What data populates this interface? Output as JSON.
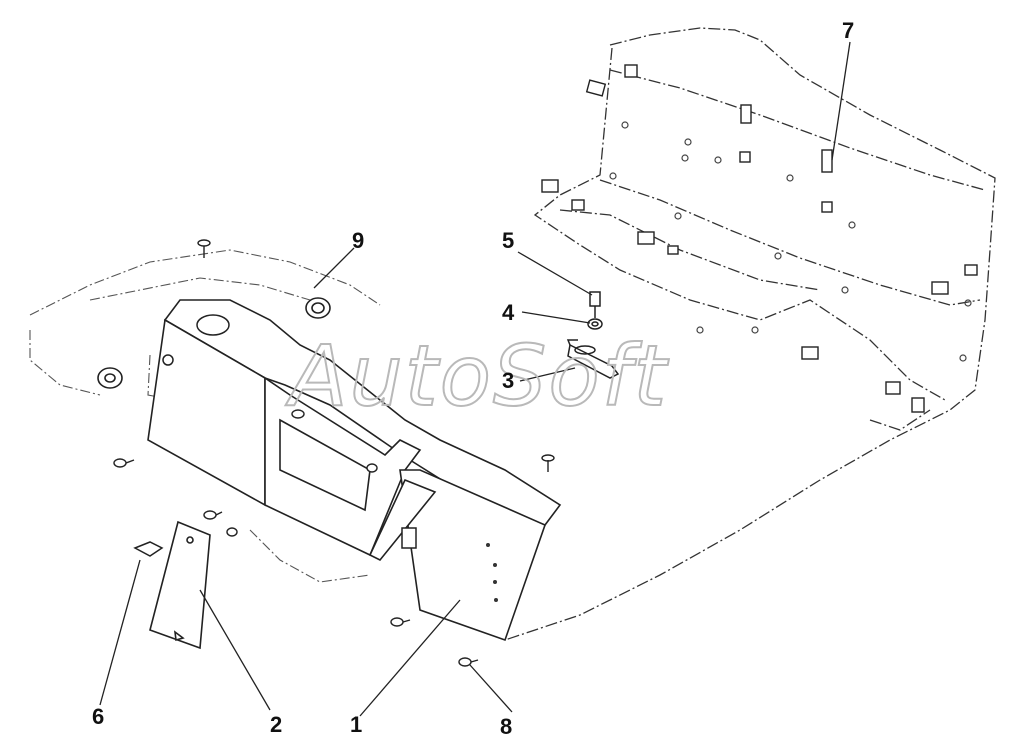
{
  "diagram": {
    "callouts": [
      "1",
      "2",
      "3",
      "4",
      "5",
      "6",
      "7",
      "8",
      "9"
    ],
    "watermark": "AutoSoft"
  }
}
